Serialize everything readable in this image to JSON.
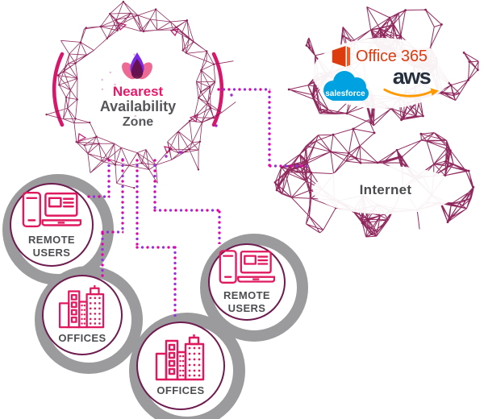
{
  "diagram": {
    "zone": {
      "line1": "Nearest",
      "line2": "Availability",
      "line3": "Zone"
    },
    "saas_cloud": {
      "office365_label": "Office 365",
      "salesforce_label": "salesforce",
      "aws_label": "aws"
    },
    "internet_cloud": {
      "label": "Internet"
    },
    "nodes": [
      {
        "id": "remote-users-1",
        "line1": "REMOTE",
        "line2": "USERS"
      },
      {
        "id": "offices-1",
        "line1": "OFFICES",
        "line2": ""
      },
      {
        "id": "remote-users-2",
        "line1": "REMOTE",
        "line2": "USERS"
      },
      {
        "id": "offices-2",
        "line1": "OFFICES",
        "line2": ""
      }
    ],
    "connections": [
      {
        "from": "availability-zone",
        "to": "saas-internet-clouds"
      },
      {
        "from": "availability-zone",
        "to": "remote-users-1"
      },
      {
        "from": "availability-zone",
        "to": "offices-1"
      },
      {
        "from": "availability-zone",
        "to": "offices-2"
      },
      {
        "from": "availability-zone",
        "to": "remote-users-2"
      }
    ],
    "colors": {
      "mesh": "#8b2056",
      "accent_pink": "#e0195f",
      "arc_pink": "#d6176b",
      "dot_pink": "#e600a4",
      "dot_purple": "#9431e3",
      "ring_gray": "#9b9b9d",
      "text_gray": "#55565a",
      "office_orange": "#dd3b10",
      "salesforce_blue": "#00a1e0",
      "aws_navy": "#252f3e",
      "aws_orange": "#ff9900"
    }
  }
}
